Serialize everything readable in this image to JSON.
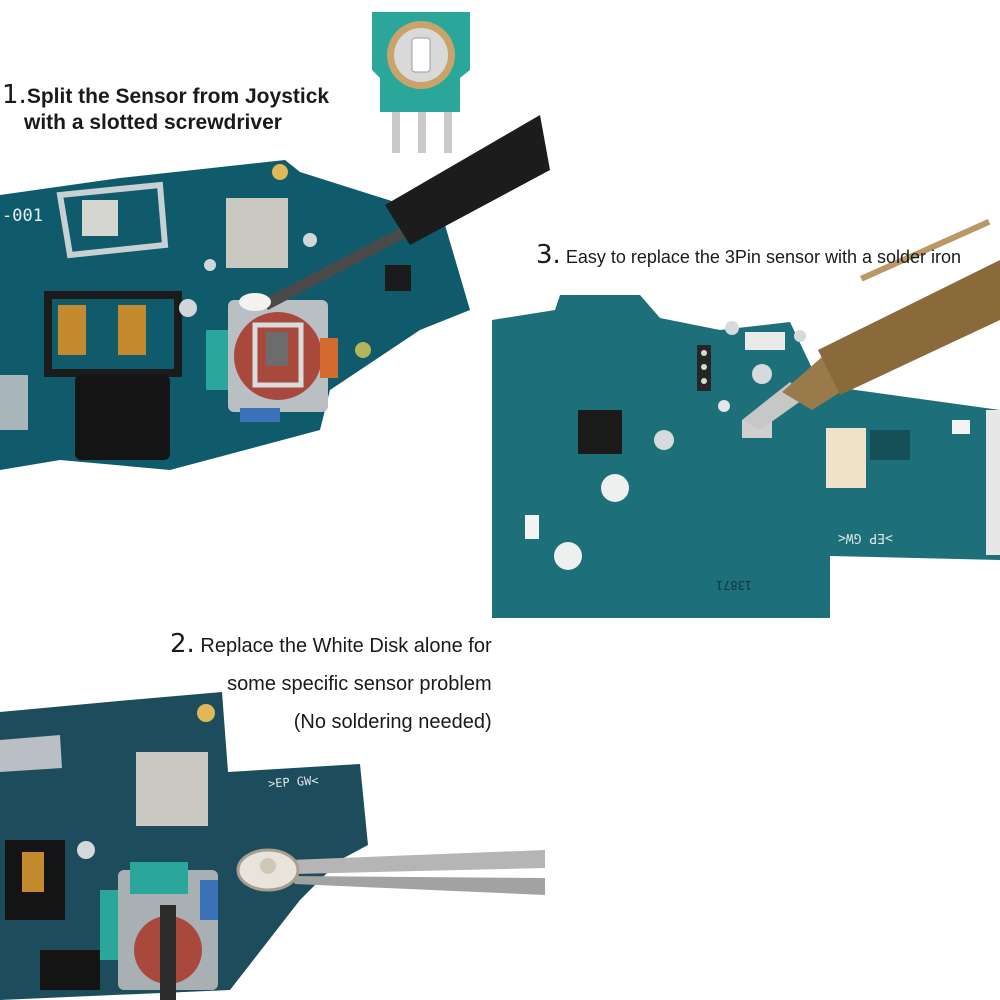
{
  "colors": {
    "pcb": "#0f5a6b",
    "pcb_dark": "#0a3f4c",
    "sensor_teal": "#2aa69a",
    "shield": "#b9bfc2",
    "solder_tip": "#8a6a3a",
    "tool_black": "#1c1c1c"
  },
  "step1": {
    "number": "1.",
    "line1": "Split the Sensor from Joystick",
    "line2": "with a slotted screwdriver",
    "board_code": "-001"
  },
  "step2": {
    "number": "2.",
    "line1": "Replace the White Disk alone for",
    "line2": "some specific sensor problem",
    "line3": "(No soldering needed)",
    "board_code": ">EP GW<"
  },
  "step3": {
    "number": "3.",
    "text": "Easy to replace the 3Pin sensor with a solder iron",
    "board_code": ">EP GW<",
    "board_serial": "13871"
  },
  "icons": {
    "sensor": "3pin-sensor-icon",
    "screwdriver": "screwdriver-icon",
    "solder_iron": "solder-iron-icon",
    "tweezers": "tweezers-icon"
  }
}
